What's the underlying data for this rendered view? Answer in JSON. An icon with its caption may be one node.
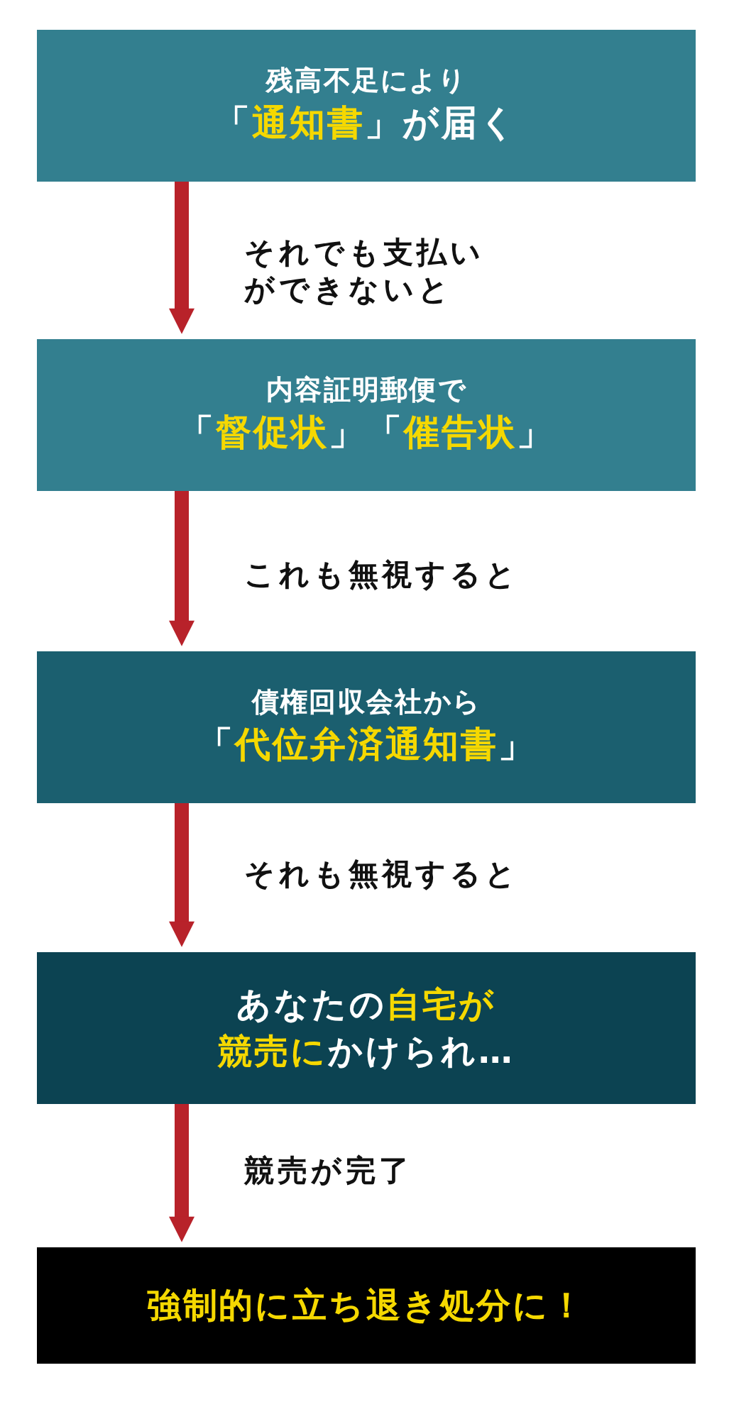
{
  "diagram": {
    "nodes": [
      {
        "text": [
          "残高不足により",
          "「**通知書**」が届く"
        ]
      },
      {
        "text": [
          "内容証明郵便で",
          "「**督促状**」「**催告状**」"
        ]
      },
      {
        "text": [
          "債権回収会社から",
          "「**代位弁済通知書**」"
        ]
      },
      {
        "text": [
          "あなたの**自宅が**",
          "**競売に**かけられ…"
        ]
      },
      {
        "text": [
          "**強制的に立ち退き処分に！**"
        ]
      }
    ],
    "edges": [
      {
        "from": 0,
        "to": 1,
        "arrow": "to",
        "label": "それでも支払いができないと"
      },
      {
        "from": 1,
        "to": 2,
        "arrow": "to",
        "label": "これも無視すると"
      },
      {
        "from": 2,
        "to": 3,
        "arrow": "to",
        "label": "それも無視すると"
      },
      {
        "from": 3,
        "to": 4,
        "arrow": "to",
        "label": "競売が完了"
      }
    ]
  }
}
